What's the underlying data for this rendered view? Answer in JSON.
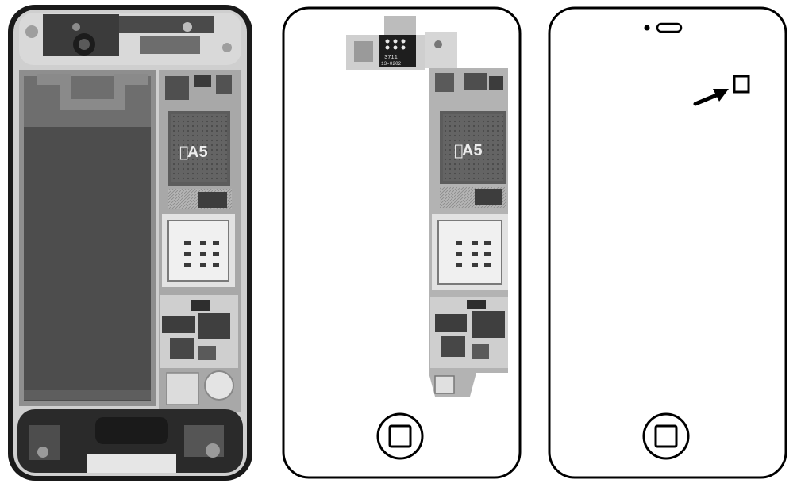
{
  "panels": [
    {
      "id": "phone-opened",
      "chip_label": "A5"
    },
    {
      "id": "phone-logic-board",
      "chip_label": "A5",
      "flex_code_lines": [
        "3711",
        "13-0202"
      ]
    },
    {
      "id": "phone-front-outline"
    }
  ],
  "icons": {
    "home_button": "home-button-icon",
    "arrow": "arrow-pointer-icon",
    "camera": "front-camera-icon",
    "speaker": "earpiece-speaker-icon",
    "apple_logo": "apple-logo-icon"
  },
  "colors": {
    "outline": "#000000",
    "background": "#ffffff",
    "chip": "#5c5c5c",
    "battery": "#4d4d4d",
    "board": "#9a9a9a"
  }
}
